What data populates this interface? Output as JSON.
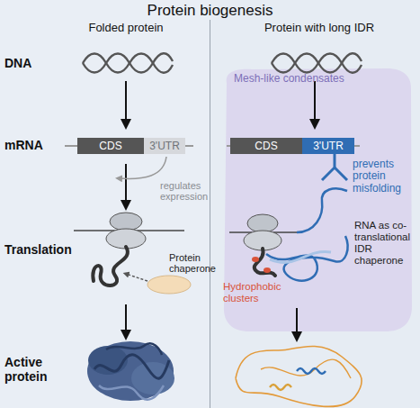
{
  "diagram": {
    "title": "Protein biogenesis",
    "nodes": [
      {
        "text": [
          "CDS"
        ]
      },
      {
        "text": [
          "3'UTR"
        ]
      },
      {
        "text": [
          "Mesh-like condensates"
        ]
      },
      {
        "text": [
          "CDS"
        ],
        "in": 2
      },
      {
        "text": [
          "3'UTR"
        ],
        "in": 2
      },
      {
        "text": [
          "Protein chaperone"
        ]
      }
    ],
    "labels": [
      "Folded protein",
      "Protein with long IDR",
      "DNA",
      "mRNA",
      "Translation",
      "Active protein",
      "regulates expression",
      "prevents protein misfolding",
      "RNA as co-translational IDR chaperone",
      "Hydrophobic clusters"
    ]
  }
}
